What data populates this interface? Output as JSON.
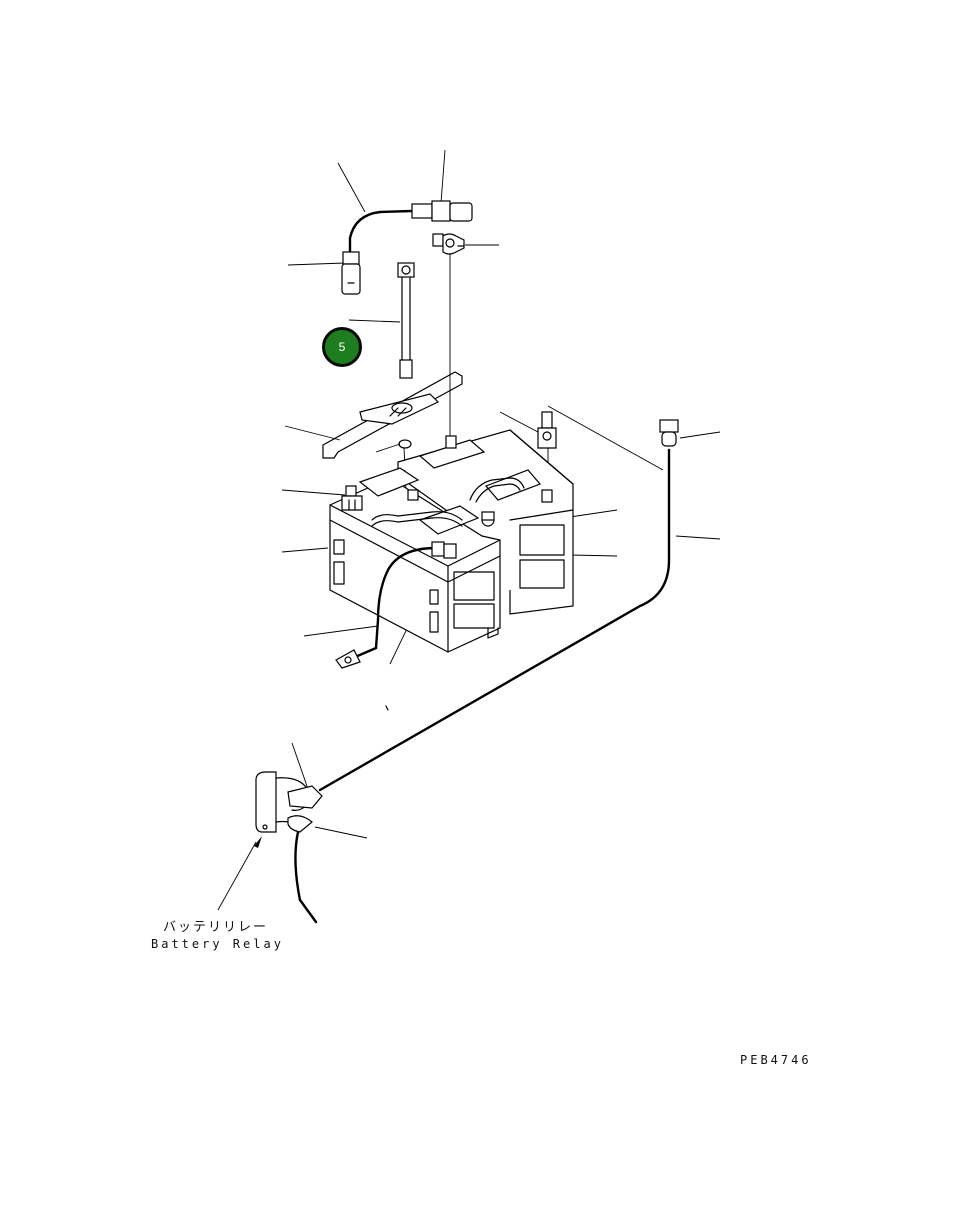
{
  "diagram": {
    "relay_label_jp": "バッテリリレー",
    "relay_label_en": "Battery Relay",
    "drawing_number": "PEB4746",
    "callout_5": "5",
    "callout_color": "#1e7d1e"
  }
}
